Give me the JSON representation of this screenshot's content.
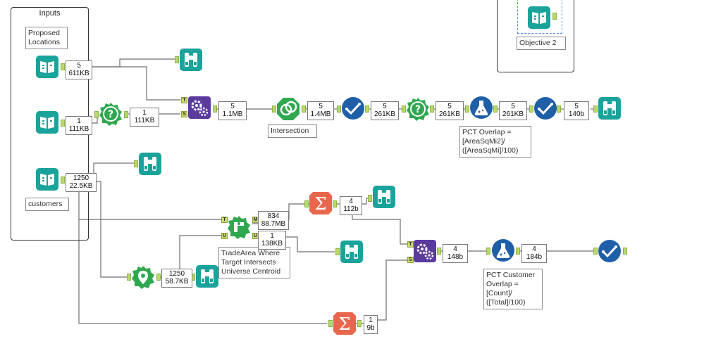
{
  "containers": {
    "inputs_title": "Inputs",
    "objective2_label": "Objective 2"
  },
  "labels": {
    "proposed_locations": [
      "Proposed",
      "Locations"
    ],
    "customers": "customers",
    "intersection": "Intersection",
    "pct_overlap": [
      "PCT Overlap =",
      "[AreaSqMi2]/",
      "([AreaSqMi]/100)"
    ],
    "trade_area": [
      "TradeArea Where",
      "Target Intersects",
      "Universe Centroid"
    ],
    "pct_customer_overlap": [
      "PCT Customer",
      "Overlap =",
      "[Count]/",
      "([Total]/100)"
    ]
  },
  "badges": {
    "b1": [
      "5",
      "611KB"
    ],
    "b2": [
      "1",
      "111KB"
    ],
    "b3": [
      "1",
      "111KB"
    ],
    "b4": [
      "1250",
      "22.5KB"
    ],
    "b5": [
      "5",
      "1.1MB"
    ],
    "b6": [
      "5",
      "1.4MB"
    ],
    "b7": [
      "5",
      "261KB"
    ],
    "b8": [
      "5",
      "261KB"
    ],
    "b9": [
      "5",
      "261KB"
    ],
    "b10": [
      "5",
      "140b"
    ],
    "b11": [
      "834",
      "88.7MB"
    ],
    "b12": [
      "1",
      "138KB"
    ],
    "b13": [
      "4",
      "112b"
    ],
    "b14": [
      "1250",
      "58.7KB"
    ],
    "b15": [
      "4",
      "148b"
    ],
    "b16": [
      "4",
      "184b"
    ],
    "b17": [
      "1",
      "9b"
    ]
  },
  "anchors": {
    "T": "T",
    "S": "S",
    "M": "M",
    "U": "U"
  },
  "colors": {
    "teal": "#1aa39a",
    "navy": "#1f5fa8",
    "green": "#2fa84f",
    "purple": "#5b3a9e",
    "orange": "#e8664c",
    "anchor": "#b8d96a"
  }
}
